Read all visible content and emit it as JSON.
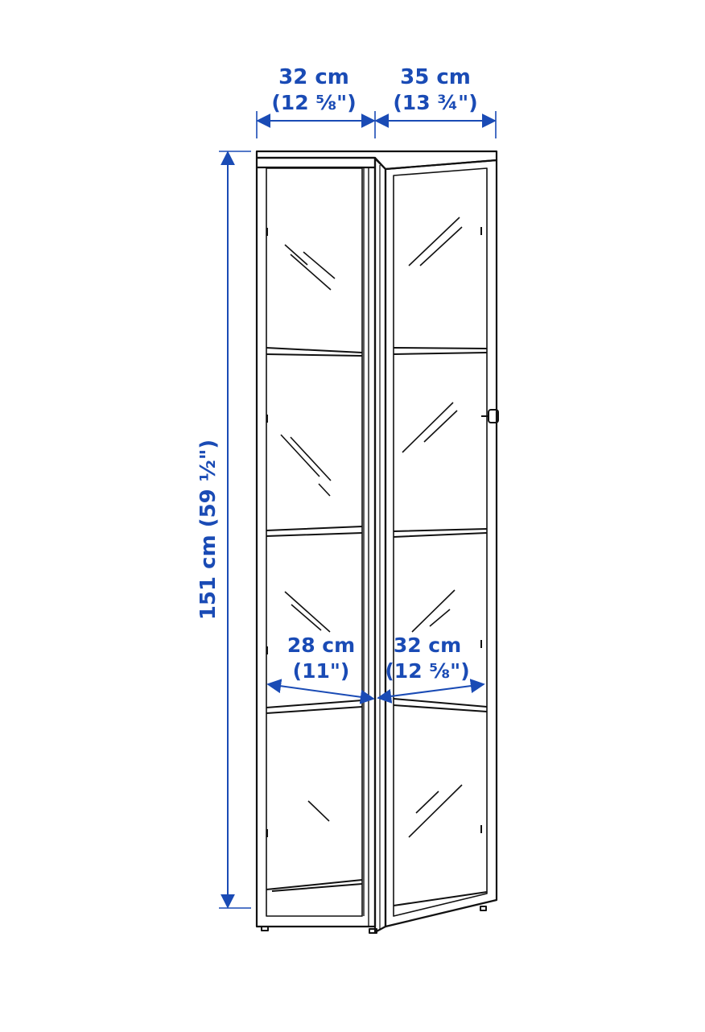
{
  "colors": {
    "dimension": "#1a4bb5",
    "outline": "#111111",
    "background": "#ffffff"
  },
  "dimensions": {
    "top_width": {
      "metric": "32 cm",
      "imperial": "(12 ⅝\")"
    },
    "top_depth": {
      "metric": "35 cm",
      "imperial": "(13 ¾\")"
    },
    "height": {
      "label": "151 cm (59 ½\")"
    },
    "inner_width": {
      "metric": "28 cm",
      "imperial": "(11\")"
    },
    "inner_depth": {
      "metric": "32 cm",
      "imperial": "(12 ⅝\")"
    }
  }
}
